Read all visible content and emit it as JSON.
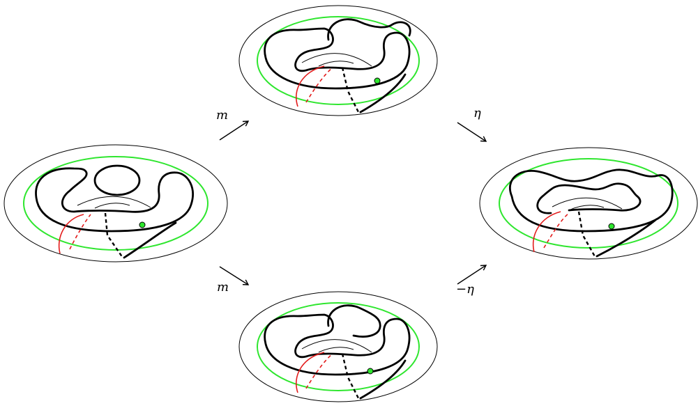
{
  "labels": {
    "m_up": "m",
    "m_down": "m",
    "eta": "η",
    "neg_eta": "−η"
  },
  "colors": {
    "curve": "#000000",
    "green_curve": "#2ee62e",
    "red_curve": "#e31b1b",
    "marked_point": "#2ee62e"
  },
  "surfaces": [
    "left",
    "top",
    "bottom",
    "right"
  ]
}
